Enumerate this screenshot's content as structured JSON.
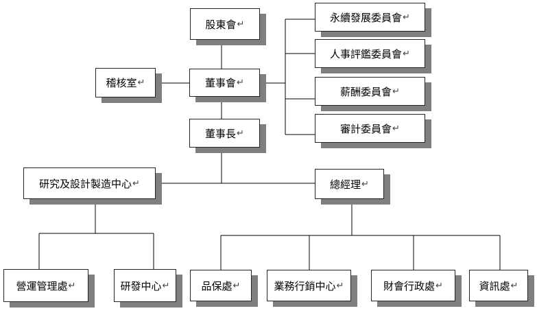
{
  "paragraph_mark": "↵",
  "nodes": {
    "shareholders": "股東會",
    "board": "董事會",
    "audit_office": "稽核室",
    "chairman": "董事長",
    "sustainability_committee": "永續發展委員會",
    "nomination_committee": "人事評鑑委員會",
    "compensation_committee": "薪酬委員會",
    "audit_committee": "審計委員會",
    "rd_center": "研究及設計製造中心",
    "general_manager": "總經理",
    "operations_mgmt": "營運管理處",
    "rd_dept": "研發中心",
    "quality_assurance": "品保處",
    "sales_marketing": "業務行銷中心",
    "finance_admin": "財會行政處",
    "it_dept": "資訊處"
  },
  "colors": {
    "line": "#000000",
    "border": "#222222",
    "shadow": "#7f7f7f"
  }
}
